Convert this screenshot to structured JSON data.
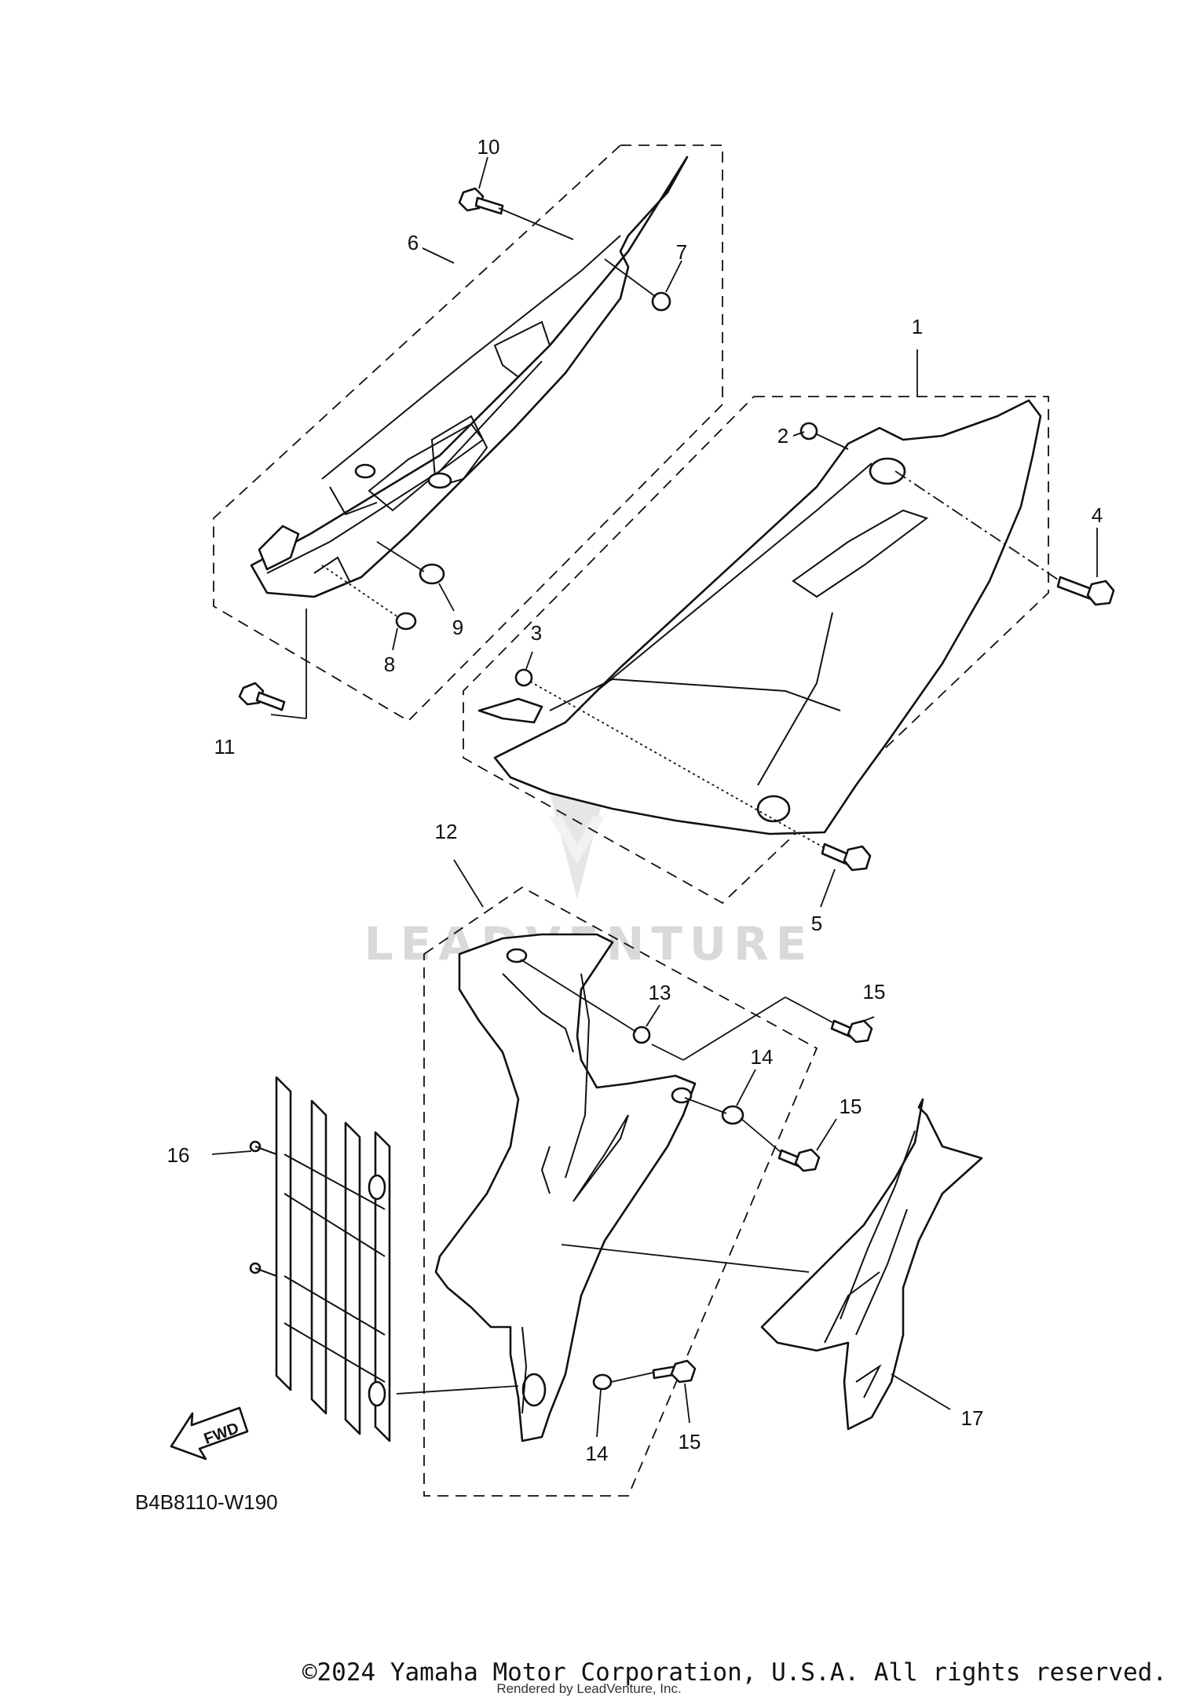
{
  "callouts": [
    {
      "id": "1",
      "label": "1"
    },
    {
      "id": "2",
      "label": "2"
    },
    {
      "id": "3",
      "label": "3"
    },
    {
      "id": "4",
      "label": "4"
    },
    {
      "id": "5",
      "label": "5"
    },
    {
      "id": "6",
      "label": "6"
    },
    {
      "id": "7",
      "label": "7"
    },
    {
      "id": "8",
      "label": "8"
    },
    {
      "id": "9",
      "label": "9"
    },
    {
      "id": "10",
      "label": "10"
    },
    {
      "id": "11",
      "label": "11"
    },
    {
      "id": "12",
      "label": "12"
    },
    {
      "id": "13",
      "label": "13"
    },
    {
      "id": "14a",
      "label": "14"
    },
    {
      "id": "14b",
      "label": "14"
    },
    {
      "id": "15a",
      "label": "15"
    },
    {
      "id": "15b",
      "label": "15"
    },
    {
      "id": "15c",
      "label": "15"
    },
    {
      "id": "16",
      "label": "16"
    },
    {
      "id": "17",
      "label": "17"
    }
  ],
  "fwd_label": "FWD",
  "diagram_code": "B4B8110-W190",
  "watermark": "LEADVENTURE",
  "copyright": "©2024 Yamaha Motor Corporation, U.S.A. All rights reserved.",
  "rendered_by": "Rendered by LeadVenture, Inc."
}
